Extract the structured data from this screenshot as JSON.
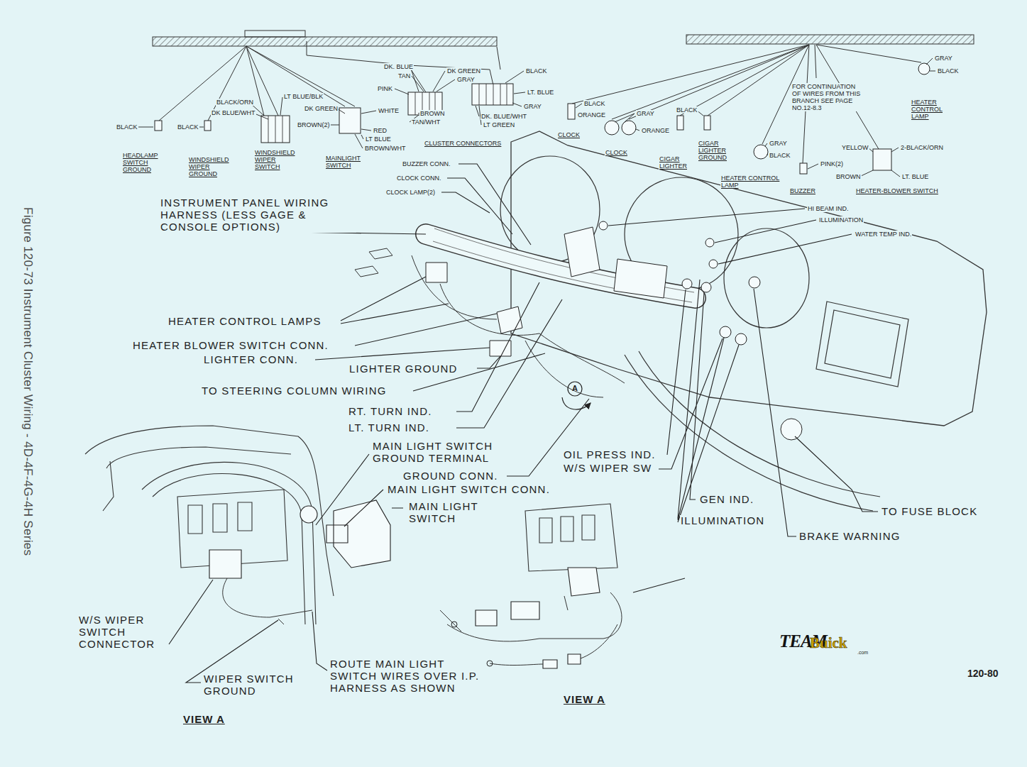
{
  "diagram": {
    "caption": "Figure 120-73 Instrument Cluster Wiring - 4D-4F-4G-4H Series",
    "labels": [
      "BLACK",
      "BLACK",
      "HEADLAMP SWITCH GROUND",
      "WINDSHIELD WIPER GROUND",
      "BLACK/ORN",
      "DK BLUE/WHT",
      "LT BLUE/BLK",
      "WINDSHIELD WIPER SWITCH",
      "DK GREEN",
      "BROWN(2)",
      "WHITE",
      "RED",
      "LT BLUE",
      "BROWN/WHT",
      "MAINLIGHT SWITCH",
      "DK. BLUE",
      "TAN",
      "PINK",
      "DK GREEN",
      "GRAY",
      "BROWN",
      "TAN/WHT",
      "BLACK",
      "LT. BLUE",
      "GRAY",
      "DK. BLUE/WHT",
      "LT GREEN",
      "CLUSTER CONNECTORS",
      "BUZZER CONN.",
      "CLOCK CONN.",
      "CLOCK LAMP(2)",
      "INSTRUMENT PANEL WIRING HARNESS (LESS GAGE & CONSOLE OPTIONS)",
      "BLACK",
      "ORANGE",
      "CLOCK",
      "GRAY",
      "CLOCK",
      "ORANGE",
      "BLACK",
      "CIGAR LIGHTER",
      "CIGAR LIGHTER GROUND",
      "FOR CONTINUATION OF WIRES FROM THIS BRANCH SEE PAGE NO.12-8.3",
      "GRAY",
      "BLACK",
      "HEATER CONTROL LAMP",
      "PINK(2)",
      "BUZZER",
      "GRAY",
      "BLACK",
      "HEATER CONTROL LAMP",
      "YELLOW",
      "2-BLACK/ORN",
      "BROWN",
      "LT. BLUE",
      "HEATER-BLOWER SWITCH",
      "HI BEAM IND.",
      "ILLUMINATION",
      "WATER TEMP IND.",
      "HEATER CONTROL LAMPS",
      "HEATER BLOWER SWITCH CONN.",
      "LIGHTER CONN.",
      "LIGHTER GROUND",
      "TO STEERING COLUMN WIRING",
      "RT. TURN IND.",
      "LT. TURN IND.",
      "MAIN LIGHT SWITCH GROUND TERMINAL",
      "GROUND CONN.",
      "MAIN LIGHT SWITCH CONN.",
      "MAIN LIGHT SWITCH",
      "OIL PRESS IND.",
      "W/S WIPER SW",
      "GEN IND.",
      "ILLUMINATION",
      "BRAKE WARNING",
      "TO FUSE BLOCK",
      "W/S WIPER SWITCH CONNECTOR",
      "WIPER SWITCH GROUND",
      "ROUTE MAIN LIGHT SWITCH WIRES OVER I.P. HARNESS AS SHOWN",
      "VIEW A",
      "VIEW A",
      "A",
      "120-80",
      "TEAM",
      "Buick",
      ".com"
    ]
  }
}
